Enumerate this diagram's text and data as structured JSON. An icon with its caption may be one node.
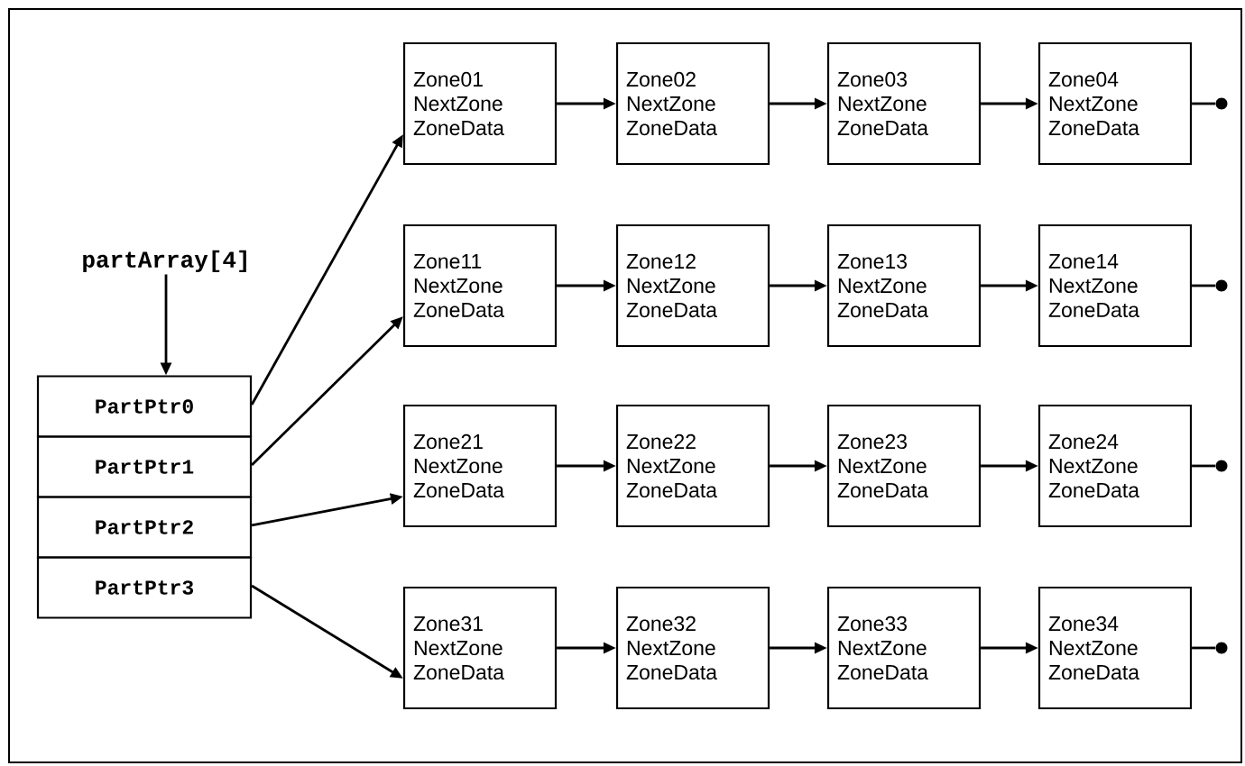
{
  "diagram": {
    "nodes": [
      {
        "text": [
          "partArray[4]"
        ]
      },
      {
        "text": [
          "PartPtr0"
        ]
      },
      {
        "text": [
          "PartPtr1"
        ]
      },
      {
        "text": [
          "PartPtr2"
        ]
      },
      {
        "text": [
          "PartPtr3"
        ]
      },
      {
        "text": [
          "Zone01",
          "NextZone",
          "ZoneData"
        ]
      },
      {
        "text": [
          "Zone02",
          "NextZone",
          "ZoneData"
        ]
      },
      {
        "text": [
          "Zone03",
          "NextZone",
          "ZoneData"
        ]
      },
      {
        "text": [
          "Zone04",
          "NextZone",
          "ZoneData"
        ]
      },
      {
        "text": [
          "Zone11",
          "NextZone",
          "ZoneData"
        ]
      },
      {
        "text": [
          "Zone12",
          "NextZone",
          "ZoneData"
        ]
      },
      {
        "text": [
          "Zone13",
          "NextZone",
          "ZoneData"
        ]
      },
      {
        "text": [
          "Zone14",
          "NextZone",
          "ZoneData"
        ]
      },
      {
        "text": [
          "Zone21",
          "NextZone",
          "ZoneData"
        ]
      },
      {
        "text": [
          "Zone22",
          "NextZone",
          "ZoneData"
        ]
      },
      {
        "text": [
          "Zone23",
          "NextZone",
          "ZoneData"
        ]
      },
      {
        "text": [
          "Zone24",
          "NextZone",
          "ZoneData"
        ]
      },
      {
        "text": [
          "Zone31",
          "NextZone",
          "ZoneData"
        ]
      },
      {
        "text": [
          "Zone32",
          "NextZone",
          "ZoneData"
        ]
      },
      {
        "text": [
          "Zone33",
          "NextZone",
          "ZoneData"
        ]
      },
      {
        "text": [
          "Zone34",
          "NextZone",
          "ZoneData"
        ]
      },
      {
        "text": [],
        "shape": "circle"
      },
      {
        "text": [],
        "shape": "circle"
      },
      {
        "text": [],
        "shape": "circle"
      },
      {
        "text": [],
        "shape": "circle"
      }
    ],
    "edges": [
      {
        "from": 0,
        "to": 1,
        "arrow": "to"
      },
      {
        "from": 1,
        "to": 5,
        "arrow": "to"
      },
      {
        "from": 2,
        "to": 9,
        "arrow": "to"
      },
      {
        "from": 3,
        "to": 13,
        "arrow": "to"
      },
      {
        "from": 4,
        "to": 17,
        "arrow": "to"
      },
      {
        "from": 5,
        "to": 6,
        "arrow": "to"
      },
      {
        "from": 6,
        "to": 7,
        "arrow": "to"
      },
      {
        "from": 7,
        "to": 8,
        "arrow": "to"
      },
      {
        "from": 8,
        "to": 21,
        "arrow": "none"
      },
      {
        "from": 9,
        "to": 10,
        "arrow": "to"
      },
      {
        "from": 10,
        "to": 11,
        "arrow": "to"
      },
      {
        "from": 11,
        "to": 12,
        "arrow": "to"
      },
      {
        "from": 12,
        "to": 22,
        "arrow": "none"
      },
      {
        "from": 13,
        "to": 14,
        "arrow": "to"
      },
      {
        "from": 14,
        "to": 15,
        "arrow": "to"
      },
      {
        "from": 15,
        "to": 16,
        "arrow": "to"
      },
      {
        "from": 16,
        "to": 23,
        "arrow": "none"
      },
      {
        "from": 17,
        "to": 18,
        "arrow": "to"
      },
      {
        "from": 18,
        "to": 19,
        "arrow": "to"
      },
      {
        "from": 19,
        "to": 20,
        "arrow": "to"
      },
      {
        "from": 20,
        "to": 24,
        "arrow": "none"
      }
    ]
  }
}
